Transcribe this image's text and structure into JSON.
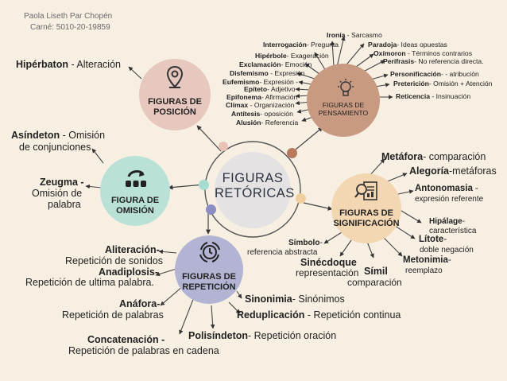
{
  "author": {
    "name": "Paola Liseth Par Chopén",
    "carne": "Carné: 5010-20-19859"
  },
  "center": {
    "line1": "FIGURAS",
    "line2": "RETÓRICAS"
  },
  "categories": {
    "posicion": {
      "line1": "FIGURAS DE",
      "line2": "POSICIÓN",
      "color": "#e7c8be",
      "icon": "map-pin-icon"
    },
    "omision": {
      "line1": "FIGURA DE",
      "line2": "OMISIÓN",
      "color": "#b9e1d6",
      "icon": "arrow-dots-icon"
    },
    "repeticion": {
      "line1": "FIGURAS DE",
      "line2": "REPETICIÓN",
      "color": "#b3b4d4",
      "icon": "clock-cycle-icon"
    },
    "significacion": {
      "line1": "FIGURAS DE",
      "line2": "SIGNIFICACIÓN",
      "color": "#f3d7b2",
      "icon": "document-search-icon"
    },
    "pensamiento": {
      "line1": "FIGURAS DE",
      "line2": "PENSAMIENTO",
      "color": "#c99a82",
      "icon": "lightbulb-icon"
    }
  },
  "posicion_items": {
    "hiperbaton_term": "Hipérbaton",
    "hiperbaton_def": " - Alteración"
  },
  "omision_items": {
    "asindeton_term": "Asíndeton",
    "asindeton_def1": " - Omisión",
    "asindeton_def2": "de conjunciones",
    "zeugma_term": "Zeugma -",
    "zeugma_def1": "Omisión de",
    "zeugma_def2": "palabra"
  },
  "repeticion_items": {
    "aliteracion_term": "Aliteración-",
    "aliteracion_def": "Repetición de sonidos",
    "anadiplosis_term": "Anadiplosis-",
    "anadiplosis_def": "Repetición de ultima palabra.",
    "anafora_term": "Anáfora-",
    "anafora_def": "Repetición de palabras",
    "concatenacion_term": "Concatenación -",
    "concatenacion_def": "Repetición de palabras en cadena",
    "polisindeton_term": "Polisíndeton",
    "polisindeton_def": "- Repetición oración",
    "reduplicacion_term": "Reduplicación",
    "reduplicacion_def": " - Repetición continua",
    "sinonimia_term": "Sinonimia",
    "sinonimia_def": "- Sinónimos"
  },
  "significacion_items": {
    "metafora_term": "Metáfora",
    "metafora_def": "- comparación",
    "alegoria_term": "Alegoría",
    "alegoria_def": "-metáforas",
    "antonomasia_term": "Antonomasia",
    "antonomasia_def1": " -",
    "antonomasia_def2": "expresión referente",
    "hipalage_term": "Hipálage",
    "hipalage_def1": "-",
    "hipalage_def2": "característica",
    "litote_term": "Lítote",
    "litote_def1": "-",
    "litote_def2": "doble negación",
    "metonimia_term": "Metonimia",
    "metonimia_def1": "-",
    "metonimia_def2": "reemplazo",
    "simil_term": "Símil",
    "simil_def": "comparación",
    "sinecdoque_term": "Sinécdoque",
    "sinecdoque_def": "representación",
    "simbolo_term": "Símbolo",
    "simbolo_def1": "-",
    "simbolo_def2": "referencia abstracta"
  },
  "pensamiento_items": {
    "ironia_term": "Ironía",
    "ironia_def": " -  Sarcasmo",
    "interrogacion_term": "Interrogación",
    "interrogacion_def": "- Pregunta",
    "paradoja_term": "Paradoja",
    "paradoja_def": "- Ideas opuestas",
    "hiperbole_term": "Hipérbole",
    "hiperbole_def": "- Exageración",
    "oximoron_term": "Oxímoron",
    "oximoron_def": " - Términos contrarios",
    "exclamacion_term": "Exclamación",
    "exclamacion_def": "- Emoción",
    "perifrasis_term": "Perífrasis",
    "perifrasis_def": "- No referencia directa.",
    "disfemismo_term": "Disfemismo",
    "disfemismo_def": " - Expresión",
    "personificacion_term": "Personificación",
    "personificacion_def": "- - atribución",
    "eufemismo_term": "Eufemismo",
    "eufemismo_def": "- Expresión - ↓",
    "preterition_term": "Preterición",
    "preterition_def": "- Omisión + Atención",
    "epiteto_term": "Epíteto",
    "epiteto_def": "- Adjetivo",
    "epifonema_term": "Epifonema",
    "epifonema_def": "- Afirmación",
    "climax_term": "Clímax",
    "climax_def": " - Organización",
    "reticencia_term": "Reticencia",
    "reticencia_def": " - Insinuación",
    "antitesis_term": "Antítesis",
    "antitesis_def": "- oposición",
    "alusion_term": "Alusión",
    "alusion_def": "- Referencia"
  }
}
